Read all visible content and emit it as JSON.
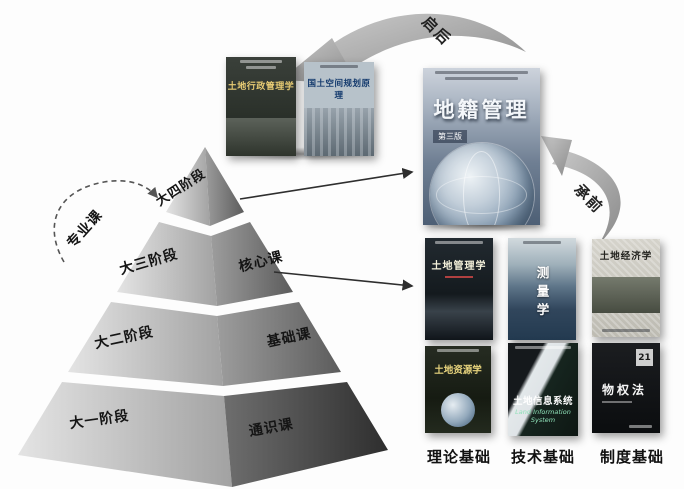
{
  "pyramid": {
    "tiers": [
      {
        "stage": "大一阶段",
        "course": "通识课"
      },
      {
        "stage": "大二阶段",
        "course": "基础课"
      },
      {
        "stage": "大三阶段",
        "course": "核心课"
      },
      {
        "stage": "大四阶段"
      }
    ],
    "specialty_label": "专业课"
  },
  "flow": {
    "forward_label": "启后",
    "backward_label": "承前"
  },
  "top_books": [
    {
      "title": "土地行政管理学"
    },
    {
      "title": "国土空间规划原理"
    }
  ],
  "featured_book": {
    "title": "地籍管理",
    "edition": "第三版"
  },
  "columns": [
    {
      "label": "理论基础",
      "books": [
        {
          "title": "土地管理学"
        },
        {
          "title": "土地资源学"
        }
      ]
    },
    {
      "label": "技术基础",
      "books": [
        {
          "title": "测量学"
        },
        {
          "title": "土地信息系统",
          "subtitle": "Land Information System"
        }
      ]
    },
    {
      "label": "制度基础",
      "books": [
        {
          "title": "土地经济学"
        },
        {
          "title": "物权法",
          "badge": "21"
        }
      ]
    }
  ],
  "colors": {
    "ink": "#151515",
    "arrow": "#2e2e2e",
    "swoosh": "#aeaeae",
    "pyramid_dark_face": "#3a3a3a"
  }
}
